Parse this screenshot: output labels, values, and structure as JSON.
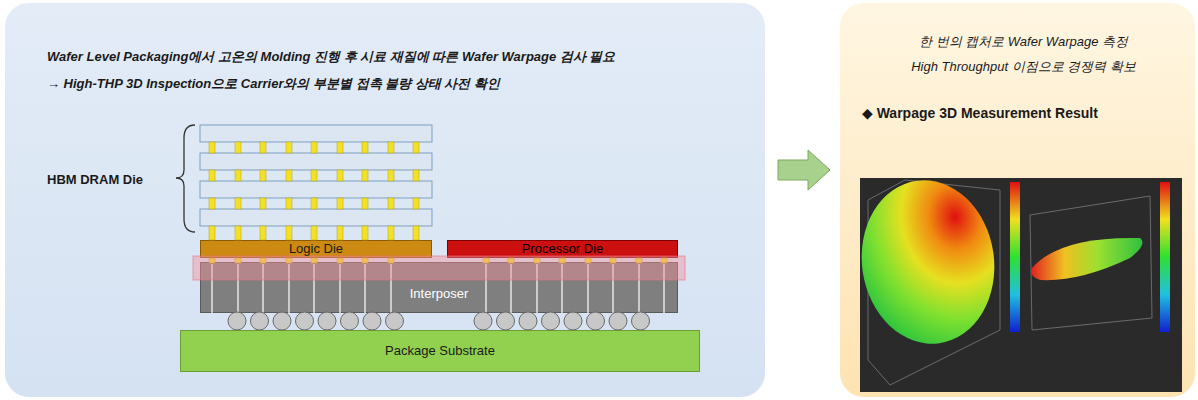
{
  "diagram": {
    "nodes": [
      {
        "text": [
          "Wafer Level Packaging에서 고온의 Molding 진행 후 시료 재질에 따른 Wafer Warpage 검사 필요",
          "→ High-THP 3D Inspection으로 Carrier와의 부분별 접촉 불량 상태 사전 확인"
        ]
      },
      {
        "text": [
          "Logic Die"
        ],
        "in": 0
      },
      {
        "text": [
          "Processor Die"
        ],
        "in": 0
      },
      {
        "text": [
          "Interposer"
        ],
        "in": 0
      },
      {
        "text": [
          "Package Substrate"
        ],
        "in": 0
      },
      {
        "text": [
          "한 번의 캡처로 Wafer Warpage 측정",
          "High Throughput 이점으로 경쟁력 확보",
          "◆ Warpage 3D Measurement Result"
        ]
      }
    ],
    "edges": [
      {
        "from": 0,
        "to": 5,
        "arrow": "to"
      }
    ],
    "labels": [
      "HBM DRAM Die"
    ]
  }
}
